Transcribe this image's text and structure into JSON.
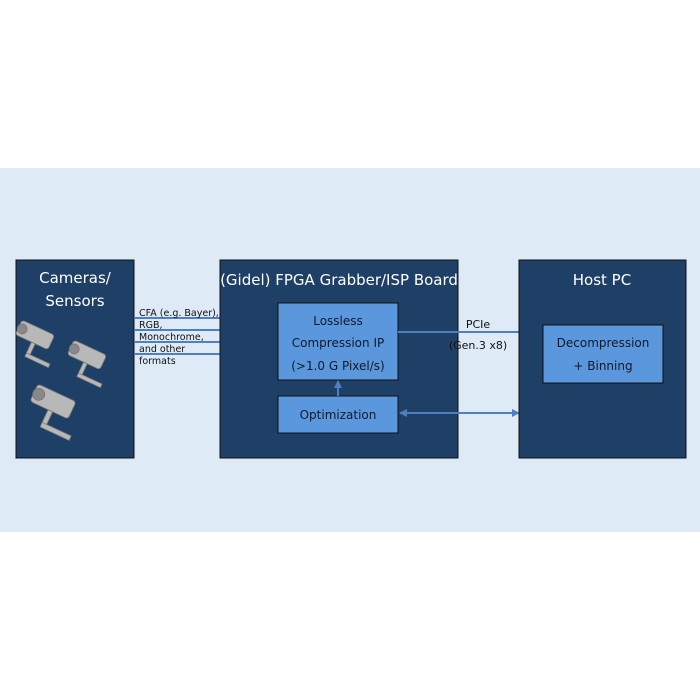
{
  "colors": {
    "background_band": "#dfeaf7",
    "dark_box": "#1e3f66",
    "light_box": "#5b97dc",
    "arrow": "#4f7fbf"
  },
  "cameras": {
    "title_line1": "Cameras/",
    "title_line2": "Sensors",
    "icon": "security-camera-icon"
  },
  "input_formats": [
    "CFA (e.g. Bayer),",
    "RGB,",
    "Monochrome,",
    "and other",
    "formats"
  ],
  "fpga": {
    "title": "(Gidel) FPGA Grabber/ISP Board",
    "compression": {
      "line1": "Lossless",
      "line2": "Compression IP",
      "line3": "(>1.0 G Pixel/s)"
    },
    "optimization": "Optimization"
  },
  "link": {
    "line1": "PCIe",
    "line2": "(Gen.3 x8)"
  },
  "host": {
    "title": "Host PC",
    "decompression": {
      "line1": "Decompression",
      "line2": "+ Binning"
    }
  }
}
